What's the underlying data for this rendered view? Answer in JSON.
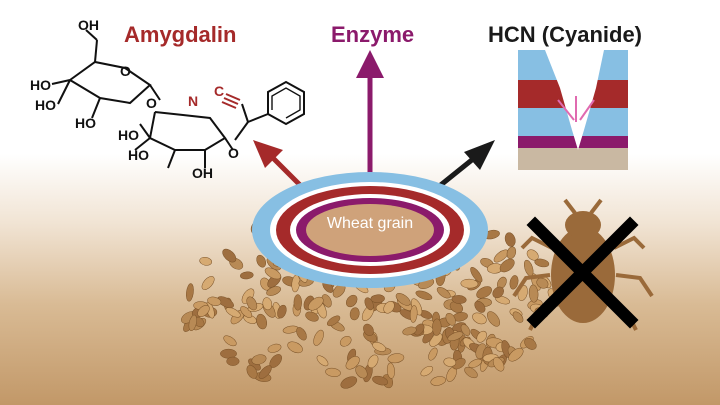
{
  "labels": {
    "amygdalin": "Amygdalin",
    "enzyme": "Enzyme",
    "hcn": "HCN (Cyanide)",
    "wheat_grain": "Wheat grain"
  },
  "chem_labels": {
    "oh_top": "OH",
    "ho_1": "HO",
    "ho_2": "HO",
    "ho_3": "HO",
    "ho_4": "HO",
    "ho_5": "HO",
    "oh_bottom": "OH",
    "o_ring1": "O",
    "o_link": "O",
    "o_ring2": "O",
    "n": "N",
    "c": "C"
  },
  "colors": {
    "amygdalin": "#a52a2a",
    "enzyme": "#8b1a6b",
    "hcn": "#1a1a1a",
    "blue_layer": "#87bfe3",
    "red_layer": "#a52a2a",
    "purple_layer": "#8b1a6b",
    "grain_core": "#cfa27a",
    "beetle": "#9a6a3a"
  },
  "icons": {
    "cross": "cross-icon",
    "beetle": "beetle-icon"
  }
}
